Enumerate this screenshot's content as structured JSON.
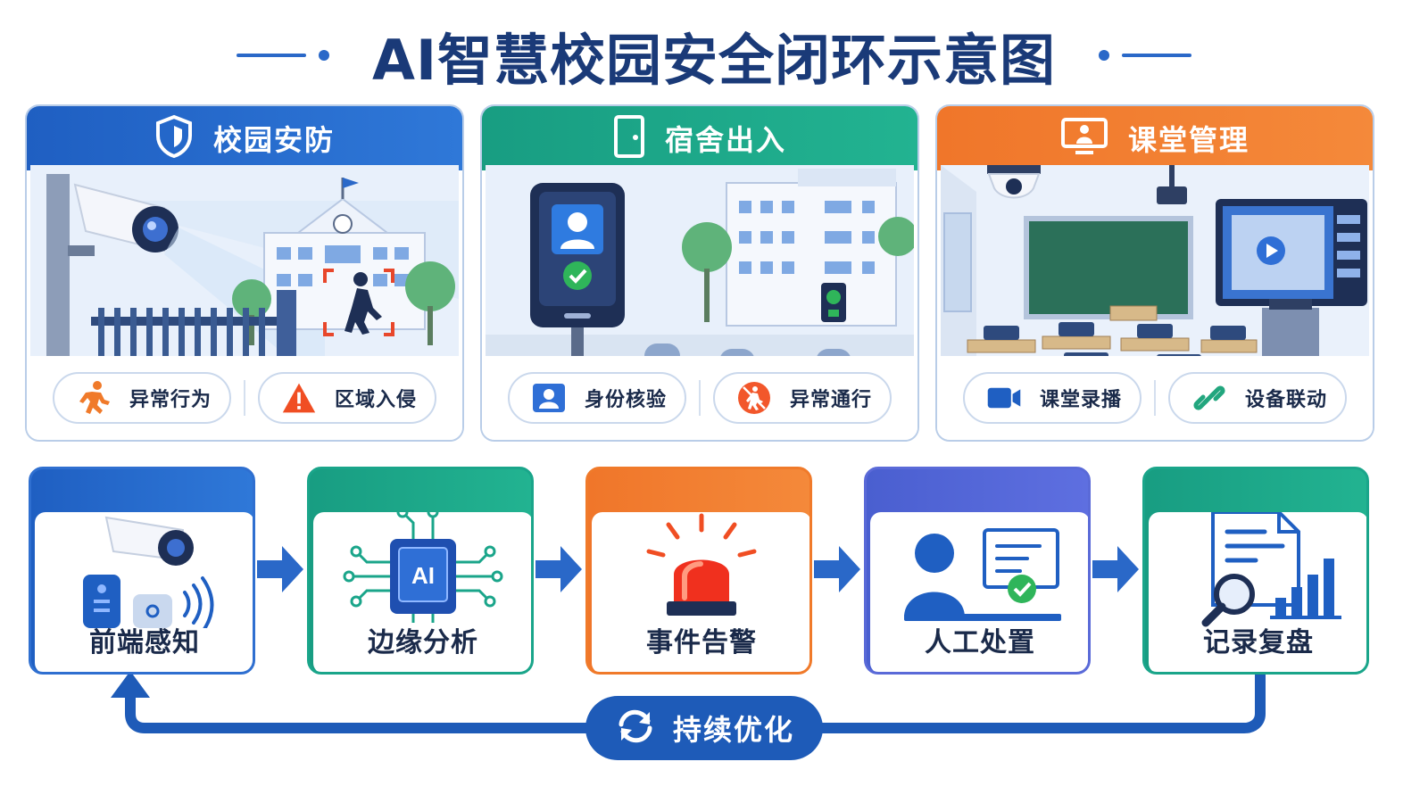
{
  "title": "AI智慧校园安全闭环示意图",
  "colors": {
    "navy": "#1a3a78",
    "blue": "#2a68c8",
    "green": "#1aa58a",
    "orange": "#f07a2a",
    "indigo": "#4a5fd0",
    "teal": "#1aa58a",
    "loop": "#1e5bb8"
  },
  "panels": [
    {
      "id": "security",
      "title": "校园安防",
      "header_icon": "shield-icon",
      "tags": [
        {
          "label": "异常行为",
          "icon": "running-person-icon"
        },
        {
          "label": "区域入侵",
          "icon": "warning-triangle-icon"
        }
      ]
    },
    {
      "id": "dorm",
      "title": "宿舍出入",
      "header_icon": "door-icon",
      "tags": [
        {
          "label": "身份核验",
          "icon": "id-card-icon"
        },
        {
          "label": "异常通行",
          "icon": "no-entry-person-icon"
        }
      ]
    },
    {
      "id": "classroom",
      "title": "课堂管理",
      "header_icon": "monitor-teacher-icon",
      "tags": [
        {
          "label": "课堂录播",
          "icon": "video-camera-icon"
        },
        {
          "label": "设备联动",
          "icon": "link-icon"
        }
      ]
    }
  ],
  "flow": [
    {
      "label": "前端感知",
      "icon": "camera-sensor-icon"
    },
    {
      "label": "边缘分析",
      "icon": "ai-chip-icon"
    },
    {
      "label": "事件告警",
      "icon": "alarm-siren-icon"
    },
    {
      "label": "人工处置",
      "icon": "operator-check-icon"
    },
    {
      "label": "记录复盘",
      "icon": "report-analytics-icon"
    }
  ],
  "loop": {
    "label": "持续优化",
    "icon": "refresh-icon"
  }
}
